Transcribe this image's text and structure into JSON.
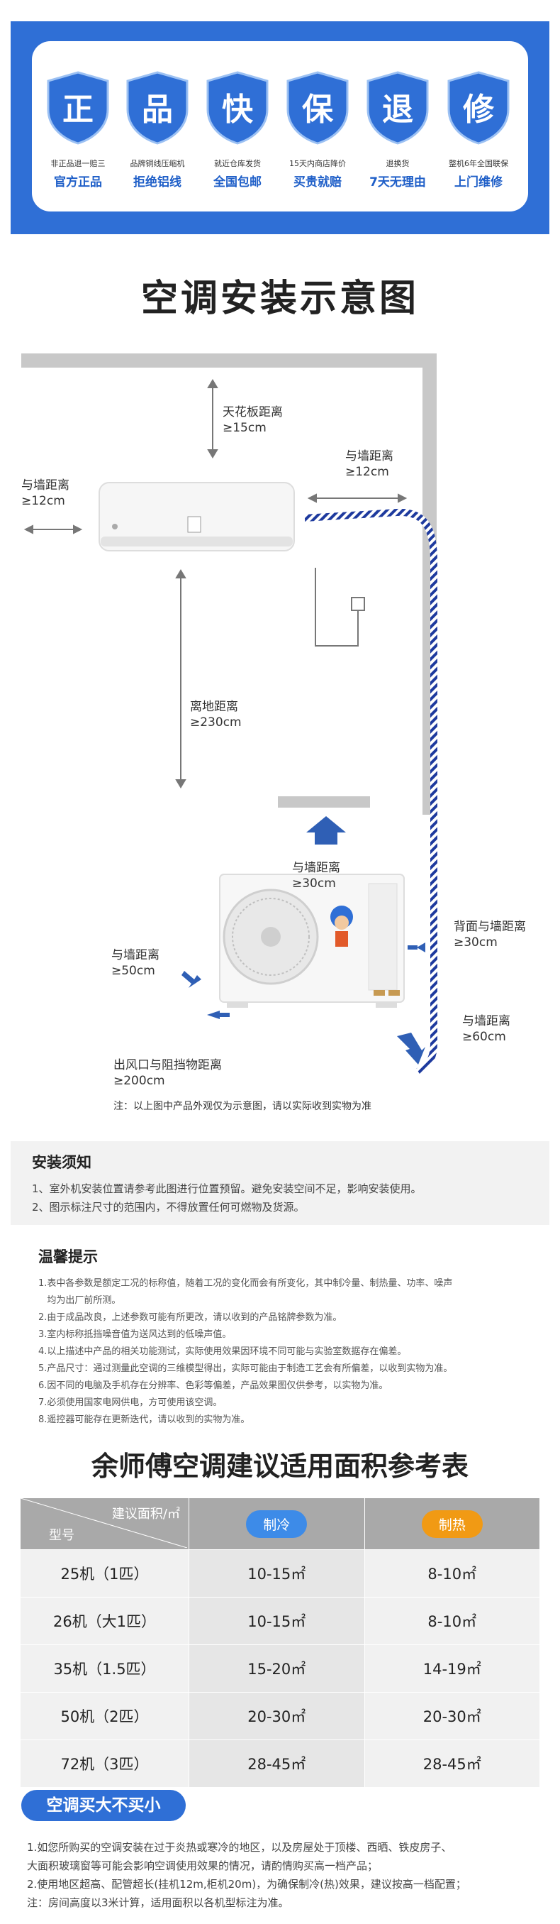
{
  "guarantees": [
    {
      "char": "正",
      "sub": "非正品退一赔三",
      "main": "官方正品",
      "icon": "shield-icon"
    },
    {
      "char": "品",
      "sub": "品牌铜线压缩机",
      "main": "拒绝铝线",
      "icon": "shield-icon"
    },
    {
      "char": "快",
      "sub": "就近仓库发货",
      "main": "全国包邮",
      "icon": "shield-icon"
    },
    {
      "char": "保",
      "sub": "15天内商店降价",
      "main": "买贵就赔",
      "icon": "shield-icon"
    },
    {
      "char": "退",
      "sub": "退换货",
      "main": "7天无理由",
      "icon": "shield-icon"
    },
    {
      "char": "修",
      "sub": "整机6年全国联保",
      "main": "上门维修",
      "icon": "shield-icon"
    }
  ],
  "diagram": {
    "title": "空调安装示意图",
    "ceiling": {
      "name": "天花板距离",
      "value": "≥15cm"
    },
    "wall_left": {
      "name": "与墙距离",
      "value": "≥12cm"
    },
    "wall_right": {
      "name": "与墙距离",
      "value": "≥12cm"
    },
    "floor": {
      "name": "离地距离",
      "value": "≥230cm"
    },
    "out_top": {
      "name": "与墙距离",
      "value": "≥30cm"
    },
    "out_left": {
      "name": "与墙距离",
      "value": "≥50cm"
    },
    "out_back": {
      "name": "背面与墙距离",
      "value": "≥30cm"
    },
    "out_right": {
      "name": "与墙距离",
      "value": "≥60cm"
    },
    "out_front": {
      "name": "出风口与阻挡物距离",
      "value": "≥200cm"
    },
    "note": "注：以上图中产品外观仅为示意图，请以实际收到实物为准"
  },
  "install": {
    "title": "安装须知",
    "items": [
      "1、室外机安装位置请参考此图进行位置预留。避免安装空间不足，影响安装使用。",
      "2、图示标注尺寸的范围内，不得放置任何可燃物及货源。"
    ]
  },
  "tips": {
    "title": "温馨提示",
    "items": [
      "1.表中各参数是额定工况的标称值，随着工况的变化而会有所变化，其中制冷量、制热量、功率、噪声",
      "   均为出厂前所测。",
      "2.由于成品改良，上述参数可能有所更改，请以收到的产品铭牌参数为准。",
      "3.室内标称抵挡噪音值为送风达到的低噪声值。",
      "4.以上描述中产品的相关功能测试，实际使用效果因环境不同可能与实验室数据存在偏差。",
      "5.产品尺寸：通过测量此空调的三维模型得出，实际可能由于制造工艺会有所偏差，以收到实物为准。",
      "6.因不同的电脑及手机存在分辨率、色彩等偏差，产品效果图仅供参考，以实物为准。",
      "7.必须使用国家电网供电，方可使用该空调。",
      "8.遥控器可能存在更新迭代，请以收到的实物为准。"
    ]
  },
  "table": {
    "title": "余师傅空调建议适用面积参考表",
    "head_area": "建议面积/㎡",
    "head_model": "型号",
    "head_cool": "制冷",
    "head_heat": "制热",
    "rows": [
      {
        "model": "25机（1匹）",
        "cool": "10-15㎡",
        "heat": "8-10㎡"
      },
      {
        "model": "26机（大1匹）",
        "cool": "10-15㎡",
        "heat": "8-10㎡"
      },
      {
        "model": "35机（1.5匹）",
        "cool": "15-20㎡",
        "heat": "14-19㎡"
      },
      {
        "model": "50机（2匹）",
        "cool": "20-30㎡",
        "heat": "20-30㎡"
      },
      {
        "model": "72机（3匹）",
        "cool": "28-45㎡",
        "heat": "28-45㎡"
      }
    ]
  },
  "buy": {
    "title": "空调买大不买小",
    "items": [
      "1.如您所购买的空调安装在过于炎热或寒冷的地区，以及房屋处于顶楼、西晒、铁皮房子、",
      "大面积玻璃窗等可能会影响空调使用效果的情况，请酌情购买高一档产品；",
      "2.使用地区超高、配管超长(挂机12m,柜机20m)，为确保制冷(热)效果，建议按高一档配置；",
      "注：房间高度以3米计算，适用面积以各机型标注为准。"
    ]
  },
  "colors": {
    "brand_blue": "#2f6fd6",
    "pipe_blue": "#1e3a9e",
    "cool_pill": "#3d8be8",
    "heat_pill": "#f19a14"
  }
}
